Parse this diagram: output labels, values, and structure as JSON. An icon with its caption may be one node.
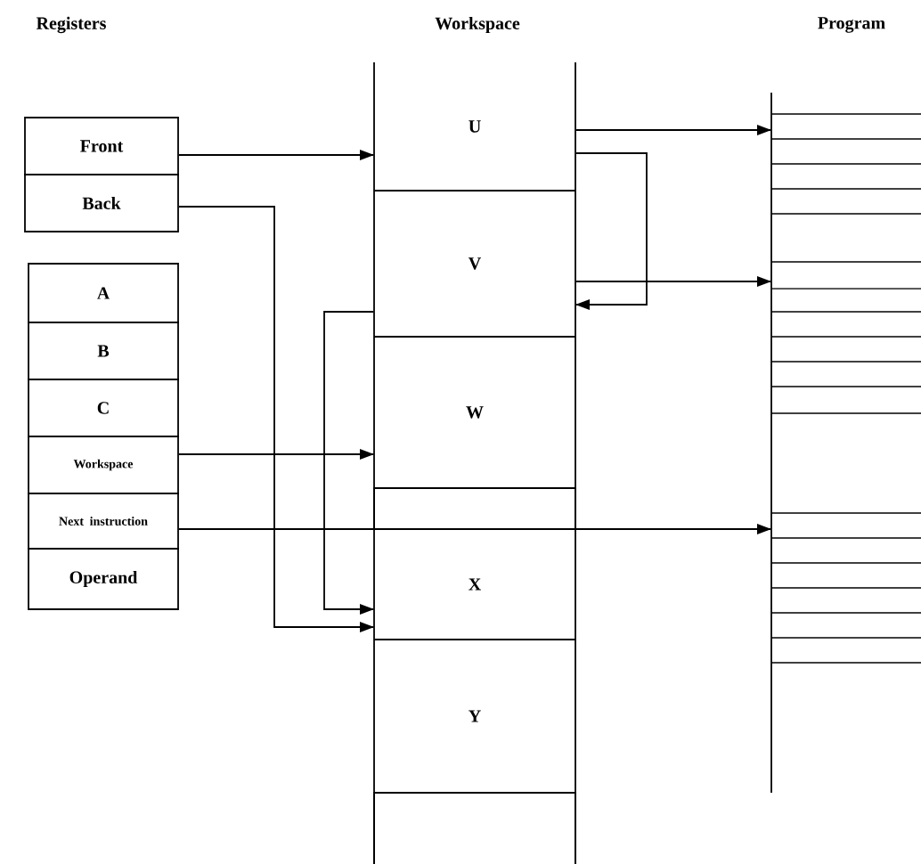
{
  "diagram": {
    "nodes": [
      {
        "text": [
          "Front"
        ]
      },
      {
        "text": [
          "Back"
        ]
      },
      {
        "text": [
          "A"
        ]
      },
      {
        "text": [
          "B"
        ]
      },
      {
        "text": [
          "C"
        ]
      },
      {
        "text": [
          "Workspace"
        ]
      },
      {
        "text": [
          "Next instruction"
        ]
      },
      {
        "text": [
          "Operand"
        ]
      },
      {
        "text": [
          "Workspace"
        ]
      },
      {
        "text": [
          "U"
        ],
        "in": 8
      },
      {
        "text": [
          "V"
        ],
        "in": 8
      },
      {
        "text": [
          "W"
        ],
        "in": 8
      },
      {
        "text": [],
        "shape": "box",
        "in": 8
      },
      {
        "text": [
          "X"
        ],
        "in": 8
      },
      {
        "text": [
          "Y"
        ],
        "in": 8
      },
      {
        "text": [],
        "shape": "box",
        "in": 8
      },
      {
        "text": [
          "Program"
        ]
      }
    ],
    "edges": [
      {
        "from": 0,
        "to": 9,
        "arrow": "to"
      },
      {
        "from": 1,
        "to": 13,
        "arrow": "to"
      },
      {
        "from": 5,
        "to": 11,
        "arrow": "to"
      },
      {
        "from": 6,
        "to": 16,
        "arrow": "to"
      },
      {
        "from": 9,
        "to": 16,
        "arrow": "to"
      },
      {
        "from": 10,
        "to": 16,
        "arrow": "to"
      },
      {
        "from": 9,
        "to": 10,
        "arrow": "to"
      },
      {
        "from": 10,
        "to": 13,
        "arrow": "to"
      }
    ],
    "labels": [
      "Registers"
    ]
  }
}
